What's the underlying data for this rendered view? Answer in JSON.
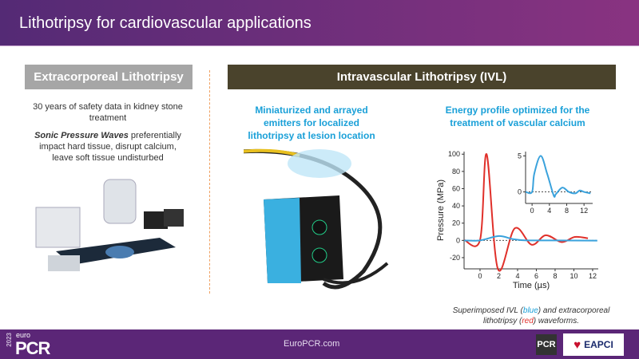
{
  "title": "Lithotripsy for cardiovascular applications",
  "left": {
    "header": "Extracorporeal Lithotripsy",
    "p1": "30 years of safety data in kidney stone treatment",
    "p2_bold": "Sonic Pressure Waves",
    "p2_rest": " preferentially impact hard tissue, disrupt calcium, leave soft tissue undisturbed"
  },
  "right": {
    "header": "Intravascular Lithotripsy (IVL)",
    "device_caption": "Miniaturized and arrayed emitters for localized lithotripsy at lesion location",
    "chart_caption": "Energy profile optimized for the treatment of vascular calcium"
  },
  "caption": {
    "a": "Superimposed IVL (",
    "b": "blue",
    "c": ") and extracorporeal lithotripsy (",
    "d": "red",
    "e": ") waveforms."
  },
  "footer": {
    "site": "EuroPCR.com",
    "logo_year": "2023",
    "logo_euro": "euro",
    "logo_pcr": "PCR",
    "pcr_badge": "PCR",
    "eapci": "EAPCI"
  },
  "chart_data": [
    {
      "type": "line",
      "xlabel": "Time (µs)",
      "ylabel": "Pressure (MPa)",
      "xlim": [
        -1.7,
        12.6
      ],
      "ylim": [
        -33,
        103
      ],
      "xticks": [
        0,
        2,
        4,
        6,
        8,
        10,
        12
      ],
      "yticks": [
        -20,
        0,
        20,
        40,
        60,
        80,
        100
      ],
      "series": [
        {
          "name": "extracorporeal lithotripsy",
          "color": "#e0302a",
          "x": [
            -1.7,
            0,
            0.7,
            1.9,
            3.7,
            5.5,
            7,
            8.7,
            10.1,
            11.5
          ],
          "y": [
            0.5,
            0.5,
            100,
            -33,
            14,
            -5,
            6,
            -2,
            4,
            2.5
          ]
        },
        {
          "name": "IVL",
          "color": "#3aa2dc",
          "x": [
            -1.7,
            0,
            2,
            3.5,
            5,
            8,
            12.5
          ],
          "y": [
            0,
            0,
            5,
            1.5,
            0,
            0,
            -0.3
          ]
        }
      ]
    },
    {
      "type": "line",
      "title": "inset",
      "xlim": [
        -1.5,
        14
      ],
      "ylim": [
        -1.6,
        5.6
      ],
      "xticks": [
        0,
        4,
        8,
        12
      ],
      "yticks": [
        0,
        5
      ],
      "series": [
        {
          "name": "IVL",
          "color": "#3aa2dc",
          "x": [
            -1.5,
            0,
            0.5,
            2,
            3.5,
            5,
            5.5,
            7,
            8.5,
            10,
            11,
            12,
            13.5
          ],
          "y": [
            0,
            0,
            2.5,
            5,
            2.5,
            -0.5,
            -0.3,
            0.6,
            0,
            -0.2,
            0.2,
            0,
            -0.2
          ]
        }
      ]
    }
  ]
}
